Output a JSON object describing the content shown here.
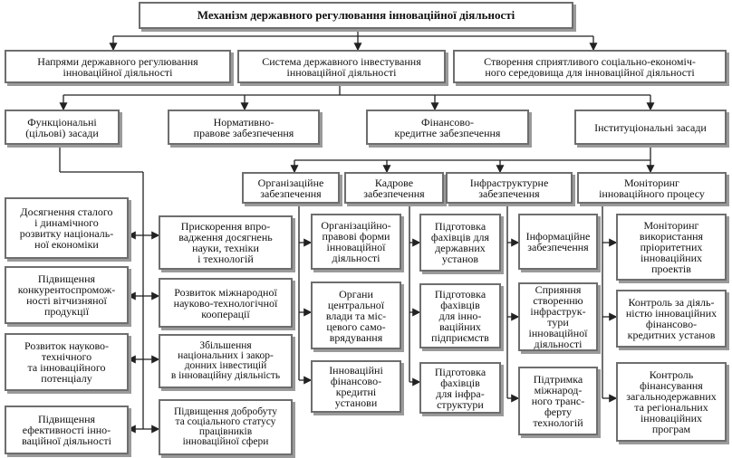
{
  "title": "Механізм державного регулювання інноваційної діяльності",
  "level1": {
    "directions": "Напрями державного регулювання\nінноваційної діяльності",
    "investment": "Система державного інвестування\nінноваційної діяльності",
    "environment": "Створення сприятливого соціально-економіч-\nного середовища для інноваційної діяльності"
  },
  "level2": {
    "functional": "Функціональні\n(цільові) засади",
    "normative": "Нормативно-\nправове забезпечення",
    "financial": "Фінансово-\nкредитне забезпечення",
    "institutional": "Інституціональні засади"
  },
  "level3": {
    "organizational": "Організаційне\nзабезпечення",
    "personnel": "Кадрове\nзабезпечення",
    "infrastructure": "Інфраструктурне\nзабезпечення",
    "monitoring": "Моніторинг\nінноваційного процесу"
  },
  "goals": [
    "Досягнення сталого\nі динамічного\nрозвитку національ-\nної економіки",
    "Підвищення\nконкурентоспромож-\nності вітчизняної\nпродукції",
    "Розвиток науково-\nтехнічного\nта інноваційного\nпотенціалу",
    "Підвищення\nефективності інно-\nваційної діяльності"
  ],
  "tasks": [
    "Прискорення впро-\nвадження досягнень\nнауки, техніки\nі технологій",
    "Розвиток міжнародної\nнауково-технологічної\nкооперації",
    "Збільшення\nнаціональних і закор-\nдонних інвестицій\nв інноваційну діяльність",
    "Підвищення добробуту\nта соціального статусу\nпрацівників\nінноваційної сфери"
  ],
  "organizational_items": [
    "Організаційно-\nправові форми\nінноваційної\nдіяльності",
    "Органи\nцентральної\nвлади та міс-\nцевого само-\nврядування",
    "Інноваційні\nфінансово-\nкредитні\nустанови"
  ],
  "personnel_items": [
    "Підготовка\nфахівців для\nдержавних\nустанов",
    "Підготовка\nфахівців\nдля інно-\nваційних\nпідприємств",
    "Підготовка\nфахівців\nдля інфра-\nструктури"
  ],
  "infrastructure_items": [
    "Інформаційне\nзабезпечення",
    "Сприяння\nстворенню\nінфраструк-\nтури\nінноваційної\nдіяльності",
    "Підтримка\nміжнарод-\nного транс-\nферту\nтехнологій"
  ],
  "monitoring_items": [
    "Моніторинг\nвикористання\nпріоритетних\nінноваційних\nпроектів",
    "Контроль за діяль-\nністю інноваційних\nфінансово-\nкредитних установ",
    "Контроль\nфінансування\nзагальнодержавних\nта регіональних\nінноваційних\nпрограм"
  ],
  "colors": {
    "border": "#6e6e6e",
    "shadow": "#9a9a9a",
    "line": "#222222",
    "text": "#111111"
  }
}
